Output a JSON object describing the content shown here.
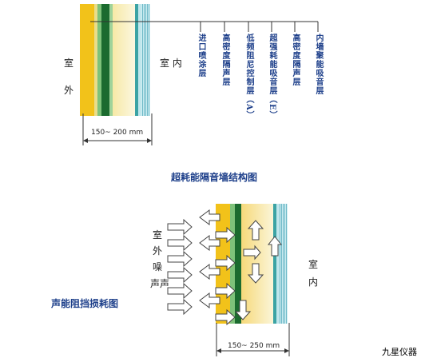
{
  "diagram1": {
    "outdoor_label": [
      "室",
      "外"
    ],
    "indoor_label": "室 内",
    "layers": [
      "进口喷涂层",
      "高密度隔声层",
      "低频阻尼控制层（A）",
      "超强耗能吸音层（E）",
      "高密度隔声层",
      "内墙聚能吸音层"
    ],
    "dimension": "150~ 200 mm",
    "caption": "超耗能隔音墙结构图"
  },
  "diagram2": {
    "outdoor_noise_label": [
      "室",
      "外",
      "噪",
      "声声"
    ],
    "indoor_label": [
      "室",
      "内"
    ],
    "dimension": "150~ 250 mm",
    "caption": "声能阻挡损耗图"
  },
  "watermark": "九星仪器",
  "colors": {
    "yellow": "#f2c21a",
    "cream": "#f6f0c8",
    "dark_green": "#1b6b2f",
    "green": "#3e9a45",
    "light_green": "#9fd39a",
    "teal": "#3ba3a4",
    "light_blue": "#bfe6ec",
    "label_blue": "#1d3f8a"
  }
}
